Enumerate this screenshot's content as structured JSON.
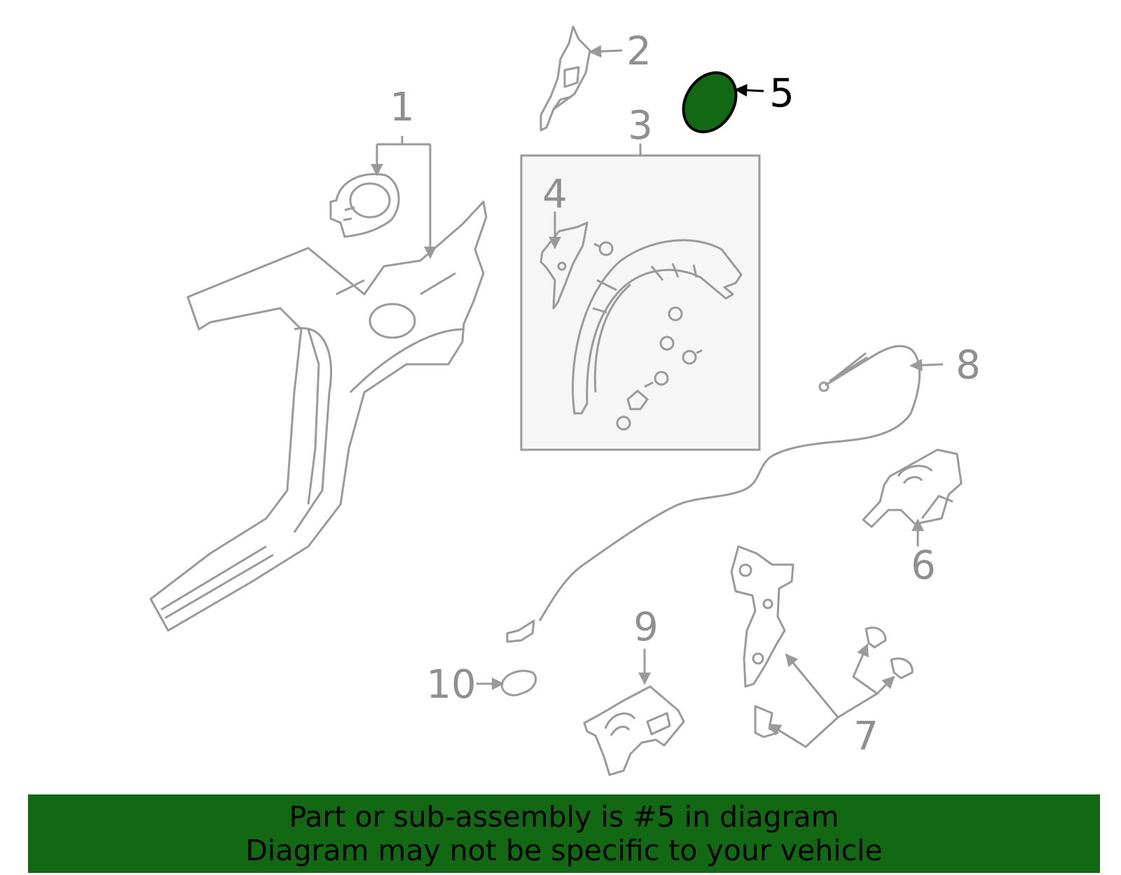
{
  "diagram": {
    "callouts": [
      "1",
      "2",
      "3",
      "4",
      "5",
      "6",
      "7",
      "8",
      "9",
      "10"
    ],
    "highlighted_part": "5",
    "colors": {
      "line": "#9a9a9a",
      "label": "#8f8f8f",
      "highlight_fill": "#136813",
      "highlight_text": "#000000",
      "inset_box": "#f6f6f6"
    }
  },
  "banner": {
    "line1": "Part or sub-assembly is #5 in diagram",
    "line2": "Diagram may not be specific to your vehicle",
    "background": "#136813"
  }
}
